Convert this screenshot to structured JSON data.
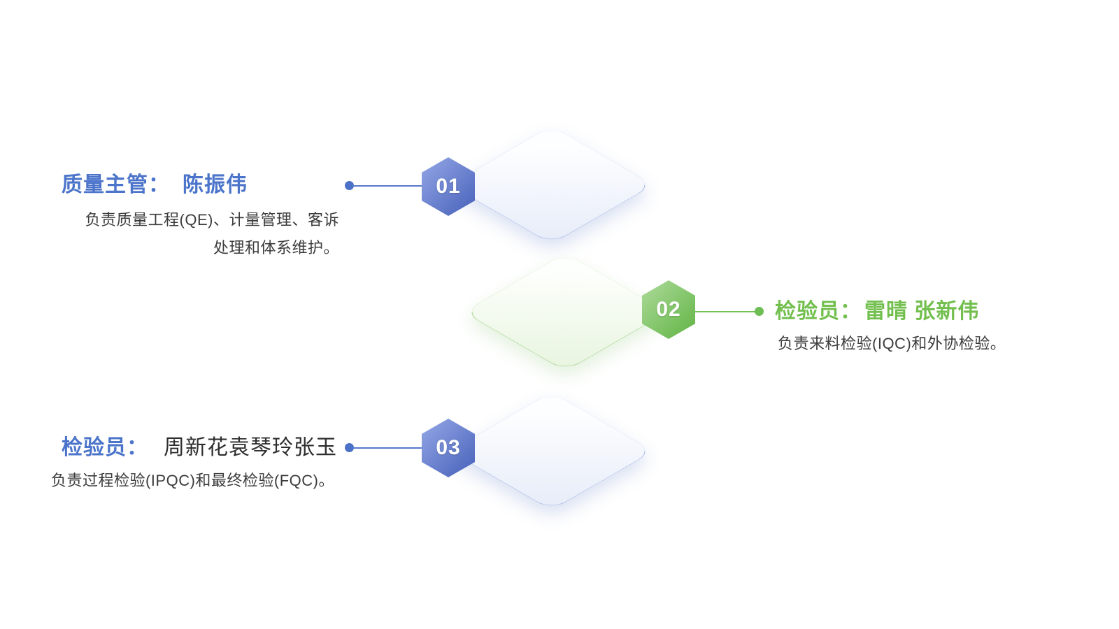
{
  "slide": {
    "background": "#ffffff",
    "layout": "three-step zig-zag quality team org diagram"
  },
  "colors": {
    "blue_title": "#4b74ca",
    "green_title": "#72bf4e",
    "dark_name_text": "#2e2e2e",
    "body_text": "#3c3c3c",
    "blue_hex_gradient_from": "#94a7e6",
    "blue_hex_gradient_to": "#4f68be",
    "green_hex_gradient_from": "#aedb9b",
    "green_hex_gradient_to": "#68b84c",
    "blue_connector": "#5677cb",
    "green_connector": "#74c158",
    "blue_diamond_fill": "#e8edf9",
    "green_diamond_fill": "#e9f5e1"
  },
  "items": [
    {
      "number": "01",
      "accent": "blue",
      "text_side": "left",
      "title_prefix": "质量主管：",
      "title_name": "陈振伟",
      "description": "负责质量工程(QE)、计量管理、客诉处理和体系维护。",
      "description_lines": [
        "负责质量工程(QE)、计量管理、客诉",
        "处理和体系维护。"
      ]
    },
    {
      "number": "02",
      "accent": "green",
      "text_side": "right",
      "title_prefix": "检验员：",
      "title_name": "雷晴 张新伟",
      "description": "负责来料检验(IQC)和外协检验。",
      "description_lines": [
        "负责来料检验(IQC)和外协检验。"
      ]
    },
    {
      "number": "03",
      "accent": "blue",
      "text_side": "left",
      "title_prefix": "检验员：",
      "title_name": "周新花袁琴玲张玉",
      "description": "负责过程检验(IPQC)和最终检验(FQC)。",
      "description_lines": [
        "负责过程检验(IPQC)和最终检验(FQC)。"
      ]
    }
  ]
}
